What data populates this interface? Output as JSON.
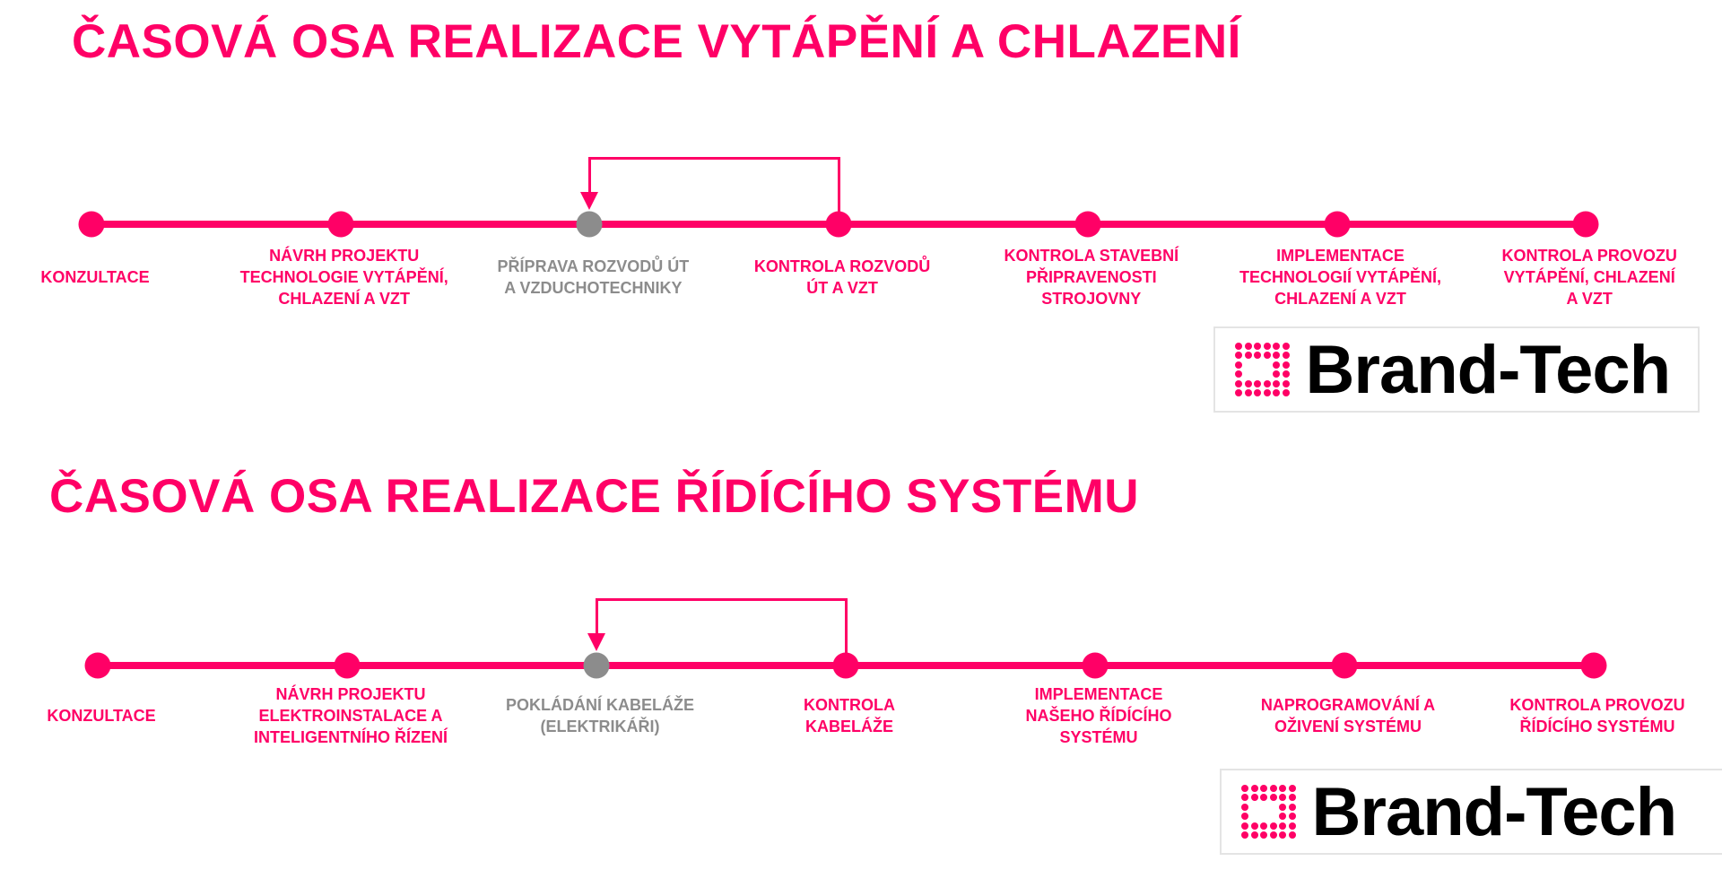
{
  "colors": {
    "accent": "#ff0066",
    "inactive": "#8c8c8c"
  },
  "timelines": [
    {
      "title": "ČASOVÁ OSA REALIZACE VYTÁPĚNÍ A CHLAZENÍ",
      "steps": [
        {
          "label": "KONZULTACE",
          "state": "active"
        },
        {
          "label": "NÁVRH PROJEKTU\nTECHNOLOGIE VYTÁPĚNÍ,\nCHLAZENÍ A VZT",
          "state": "active"
        },
        {
          "label": "PŘÍPRAVA ROZVODŮ ÚT\nA VZDUCHOTECHNIKY",
          "state": "inactive"
        },
        {
          "label": "KONTROLA ROZVODŮ\nÚT A VZT",
          "state": "active"
        },
        {
          "label": "KONTROLA STAVEBNÍ\nPŘIPRAVENOSTI\nSTROJOVNY",
          "state": "active"
        },
        {
          "label": "IMPLEMENTACE\nTECHNOLOGIÍ VYTÁPĚNÍ,\nCHLAZENÍ A VZT",
          "state": "active"
        },
        {
          "label": "KONTROLA PROVOZU\nVYTÁPĚNÍ, CHLAZENÍ\nA VZT",
          "state": "active"
        }
      ],
      "loop": {
        "from": 3,
        "to": 2
      },
      "logo": "Brand-Tech"
    },
    {
      "title": "ČASOVÁ OSA REALIZACE ŘÍDÍCÍHO SYSTÉMU",
      "steps": [
        {
          "label": "KONZULTACE",
          "state": "active"
        },
        {
          "label": "NÁVRH PROJEKTU\nELEKTROINSTALACE A\nINTELIGENTNÍHO ŘÍZENÍ",
          "state": "active"
        },
        {
          "label": "POKLÁDÁNÍ KABELÁŽE\n(ELEKTRIKÁŘI)",
          "state": "inactive"
        },
        {
          "label": "KONTROLA\nKABELÁŽE",
          "state": "active"
        },
        {
          "label": "IMPLEMENTACE\nNAŠEHO ŘÍDÍCÍHO\nSYSTÉMU",
          "state": "active"
        },
        {
          "label": "NAPROGRAMOVÁNÍ A\nOŽIVENÍ SYSTÉMU",
          "state": "active"
        },
        {
          "label": "KONTROLA PROVOZU\nŘÍDÍCÍHO SYSTÉMU",
          "state": "active"
        }
      ],
      "loop": {
        "from": 3,
        "to": 2
      },
      "logo": "Brand-Tech"
    }
  ]
}
